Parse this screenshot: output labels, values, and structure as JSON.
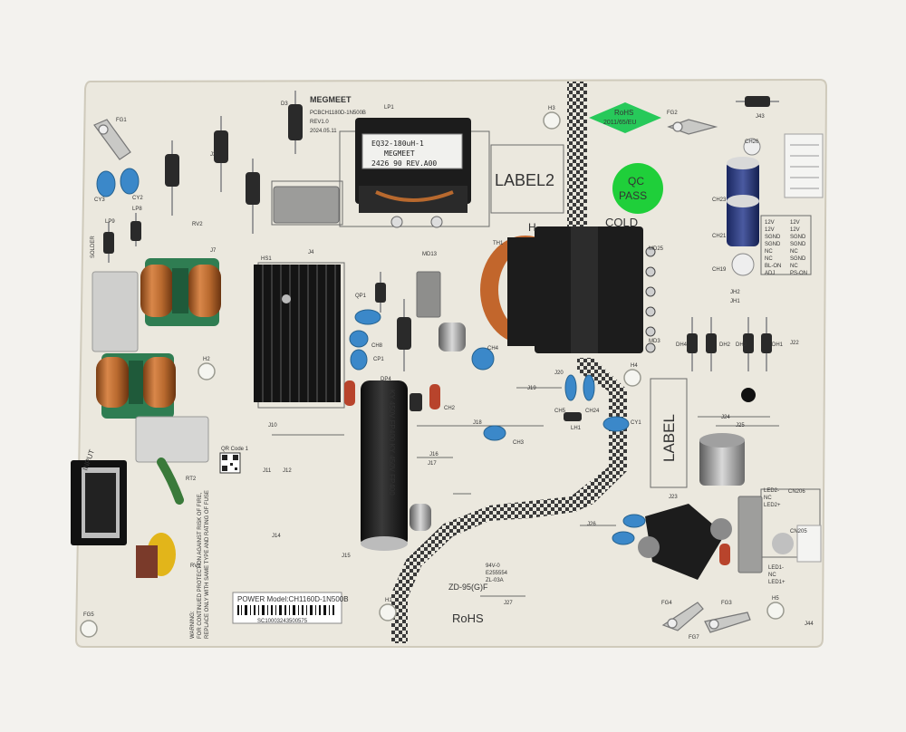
{
  "board": {
    "brand": "MEGMEET",
    "pcb_id": "PCBCH1180D-1N500B",
    "revision": "REV1.0",
    "date": "2024.05.11",
    "transformer_label": [
      "EQ32-180uH-1",
      "MEGMEET",
      "2426 90 REV.A00"
    ],
    "label2": "LABEL2",
    "label": "LABEL",
    "rohs_badge": "RoHS",
    "rohs_directive": "2011/65/EU",
    "qc_line1": "QC",
    "qc_line2": "PASS",
    "cold": "COLD",
    "hot": "H",
    "rohs_bottom": "RoHS",
    "power_model": "POWER Model:CH1160D-1N500B",
    "serial": "SC10003243500575",
    "qr_label": "QR Code 1",
    "input": "INPUT",
    "solder": "SOLDER",
    "zd_code": "ZD-95(G)F",
    "ul_codes": [
      "94V-0",
      "E255554",
      "ZL-03A"
    ],
    "warning": [
      "WARNING:",
      "FOR CONTINUED PROTECTION AGAINST RISK OF FIRE,",
      "REPLACE ONLY WITH SAME TYPE AND RATING OF FUSE"
    ],
    "connector_pins_left": [
      "12V",
      "12V",
      "SGND",
      "SGND",
      "NC",
      "NC",
      "BL-ON",
      "ADJ"
    ],
    "connector_pins_right": [
      "12V",
      "12V",
      "SGND",
      "SGND",
      "NC",
      "SGND",
      "NC",
      "PS-ON"
    ],
    "led_pins": [
      "LED2-",
      "NC",
      "LED2+"
    ],
    "led_pins2": [
      "LED1-",
      "NC",
      "LED1+"
    ],
    "refdes": [
      "FG1",
      "FG2",
      "FG3",
      "FG4",
      "FG5",
      "FG7",
      "H1",
      "H2",
      "H3",
      "H4",
      "H5",
      "J3",
      "J4",
      "J7",
      "J10",
      "J11",
      "J12",
      "J14",
      "J15",
      "J16",
      "J17",
      "J18",
      "J19",
      "J20",
      "J22",
      "J23",
      "J24",
      "J25",
      "J26",
      "J27",
      "J43",
      "J44",
      "LP1",
      "LP8",
      "LP9",
      "RV2",
      "RV1",
      "RT2",
      "HS1",
      "CY1",
      "CY2",
      "CY3",
      "CH2",
      "CH3",
      "CH4",
      "CH5",
      "CH8",
      "CH19",
      "CH21",
      "CH23",
      "CH24",
      "CH26",
      "CN205",
      "CN206",
      "DP4",
      "QP1",
      "CP1",
      "D3",
      "MD3",
      "MD13",
      "MD25",
      "TH1",
      "LH1",
      "JH1",
      "JH2",
      "DH1",
      "DH2",
      "DH3",
      "DH4"
    ]
  },
  "colors": {
    "pcb": "#ebe8de",
    "heatsink": "#151515",
    "transformer": "#1c1c1c",
    "copper": "#b8692e",
    "choke_core": "#2f7d52",
    "ycap": "#3b88c9",
    "film_cap": "#c8c8c6",
    "qc_green": "#1fcf3a",
    "rohs_green": "#27c95a",
    "electrolytic": "#1b1b1b",
    "relay_cap": "#1f2f6e",
    "resistor_red": "#b8442c",
    "varistor_yellow": "#e2b51a",
    "checker": "#333333"
  }
}
